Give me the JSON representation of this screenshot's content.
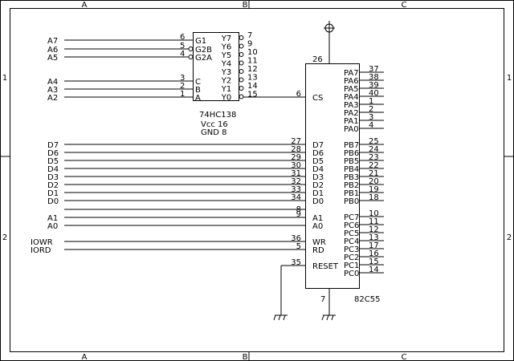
{
  "frame": {
    "col_labels": [
      "A",
      "B",
      "C"
    ],
    "row_labels": [
      "1",
      "2"
    ]
  },
  "decoder": {
    "part": "74HC138",
    "vcc": "Vcc 16",
    "gnd": "GND 8",
    "enable_inputs": [
      {
        "net": "A7",
        "pin": "G1",
        "num": "6",
        "inverted": false
      },
      {
        "net": "A6",
        "pin": "G2B",
        "num": "5",
        "inverted": true
      },
      {
        "net": "A5",
        "pin": "G2A",
        "num": "4",
        "inverted": true
      }
    ],
    "select_inputs": [
      {
        "net": "A4",
        "pin": "C",
        "num": "3"
      },
      {
        "net": "A3",
        "pin": "B",
        "num": "2"
      },
      {
        "net": "A2",
        "pin": "A",
        "num": "1"
      }
    ],
    "outputs": [
      {
        "pin": "Y7",
        "num": "7"
      },
      {
        "pin": "Y6",
        "num": "9"
      },
      {
        "pin": "Y5",
        "num": "10"
      },
      {
        "pin": "Y4",
        "num": "11"
      },
      {
        "pin": "Y3",
        "num": "12"
      },
      {
        "pin": "Y2",
        "num": "13"
      },
      {
        "pin": "Y1",
        "num": "14"
      },
      {
        "pin": "Y0",
        "num": "15"
      }
    ]
  },
  "ppi": {
    "part": "82C55",
    "vcc_pin": "26",
    "gnd_pin": "7",
    "left_pins": [
      {
        "net": "",
        "pin": "CS",
        "num": "6"
      },
      {
        "net": "D7",
        "pin": "D7",
        "num": "27"
      },
      {
        "net": "D6",
        "pin": "D6",
        "num": "28"
      },
      {
        "net": "D5",
        "pin": "D5",
        "num": "29"
      },
      {
        "net": "D4",
        "pin": "D4",
        "num": "30"
      },
      {
        "net": "D3",
        "pin": "D3",
        "num": "31"
      },
      {
        "net": "D2",
        "pin": "D2",
        "num": "32"
      },
      {
        "net": "D1",
        "pin": "D1",
        "num": "33"
      },
      {
        "net": "D0",
        "pin": "D0",
        "num": "34"
      },
      {
        "net": "A1",
        "pin": "A1",
        "num": "9"
      },
      {
        "net": "A0",
        "pin": "A0",
        "num": "8"
      },
      {
        "net": "IOWR",
        "pin": "WR",
        "num": "36"
      },
      {
        "net": "IORD",
        "pin": "RD",
        "num": "5"
      },
      {
        "net": "",
        "pin": "RESET",
        "num": "35"
      }
    ],
    "port_a": [
      {
        "pin": "PA7",
        "num": "37"
      },
      {
        "pin": "PA6",
        "num": "38"
      },
      {
        "pin": "PA5",
        "num": "39"
      },
      {
        "pin": "PA4",
        "num": "40"
      },
      {
        "pin": "PA3",
        "num": "1"
      },
      {
        "pin": "PA2",
        "num": "2"
      },
      {
        "pin": "PA1",
        "num": "3"
      },
      {
        "pin": "PA0",
        "num": "4"
      }
    ],
    "port_b": [
      {
        "pin": "PB7",
        "num": "25"
      },
      {
        "pin": "PB6",
        "num": "24"
      },
      {
        "pin": "PB5",
        "num": "23"
      },
      {
        "pin": "PB4",
        "num": "22"
      },
      {
        "pin": "PB3",
        "num": "21"
      },
      {
        "pin": "PB2",
        "num": "20"
      },
      {
        "pin": "PB1",
        "num": "19"
      },
      {
        "pin": "PB0",
        "num": "18"
      }
    ],
    "port_c": [
      {
        "pin": "PC7",
        "num": "10"
      },
      {
        "pin": "PC6",
        "num": "11"
      },
      {
        "pin": "PC5",
        "num": "12"
      },
      {
        "pin": "PC4",
        "num": "13"
      },
      {
        "pin": "PC3",
        "num": "17"
      },
      {
        "pin": "PC2",
        "num": "16"
      },
      {
        "pin": "PC1",
        "num": "15"
      },
      {
        "pin": "PC0",
        "num": "14"
      }
    ]
  }
}
